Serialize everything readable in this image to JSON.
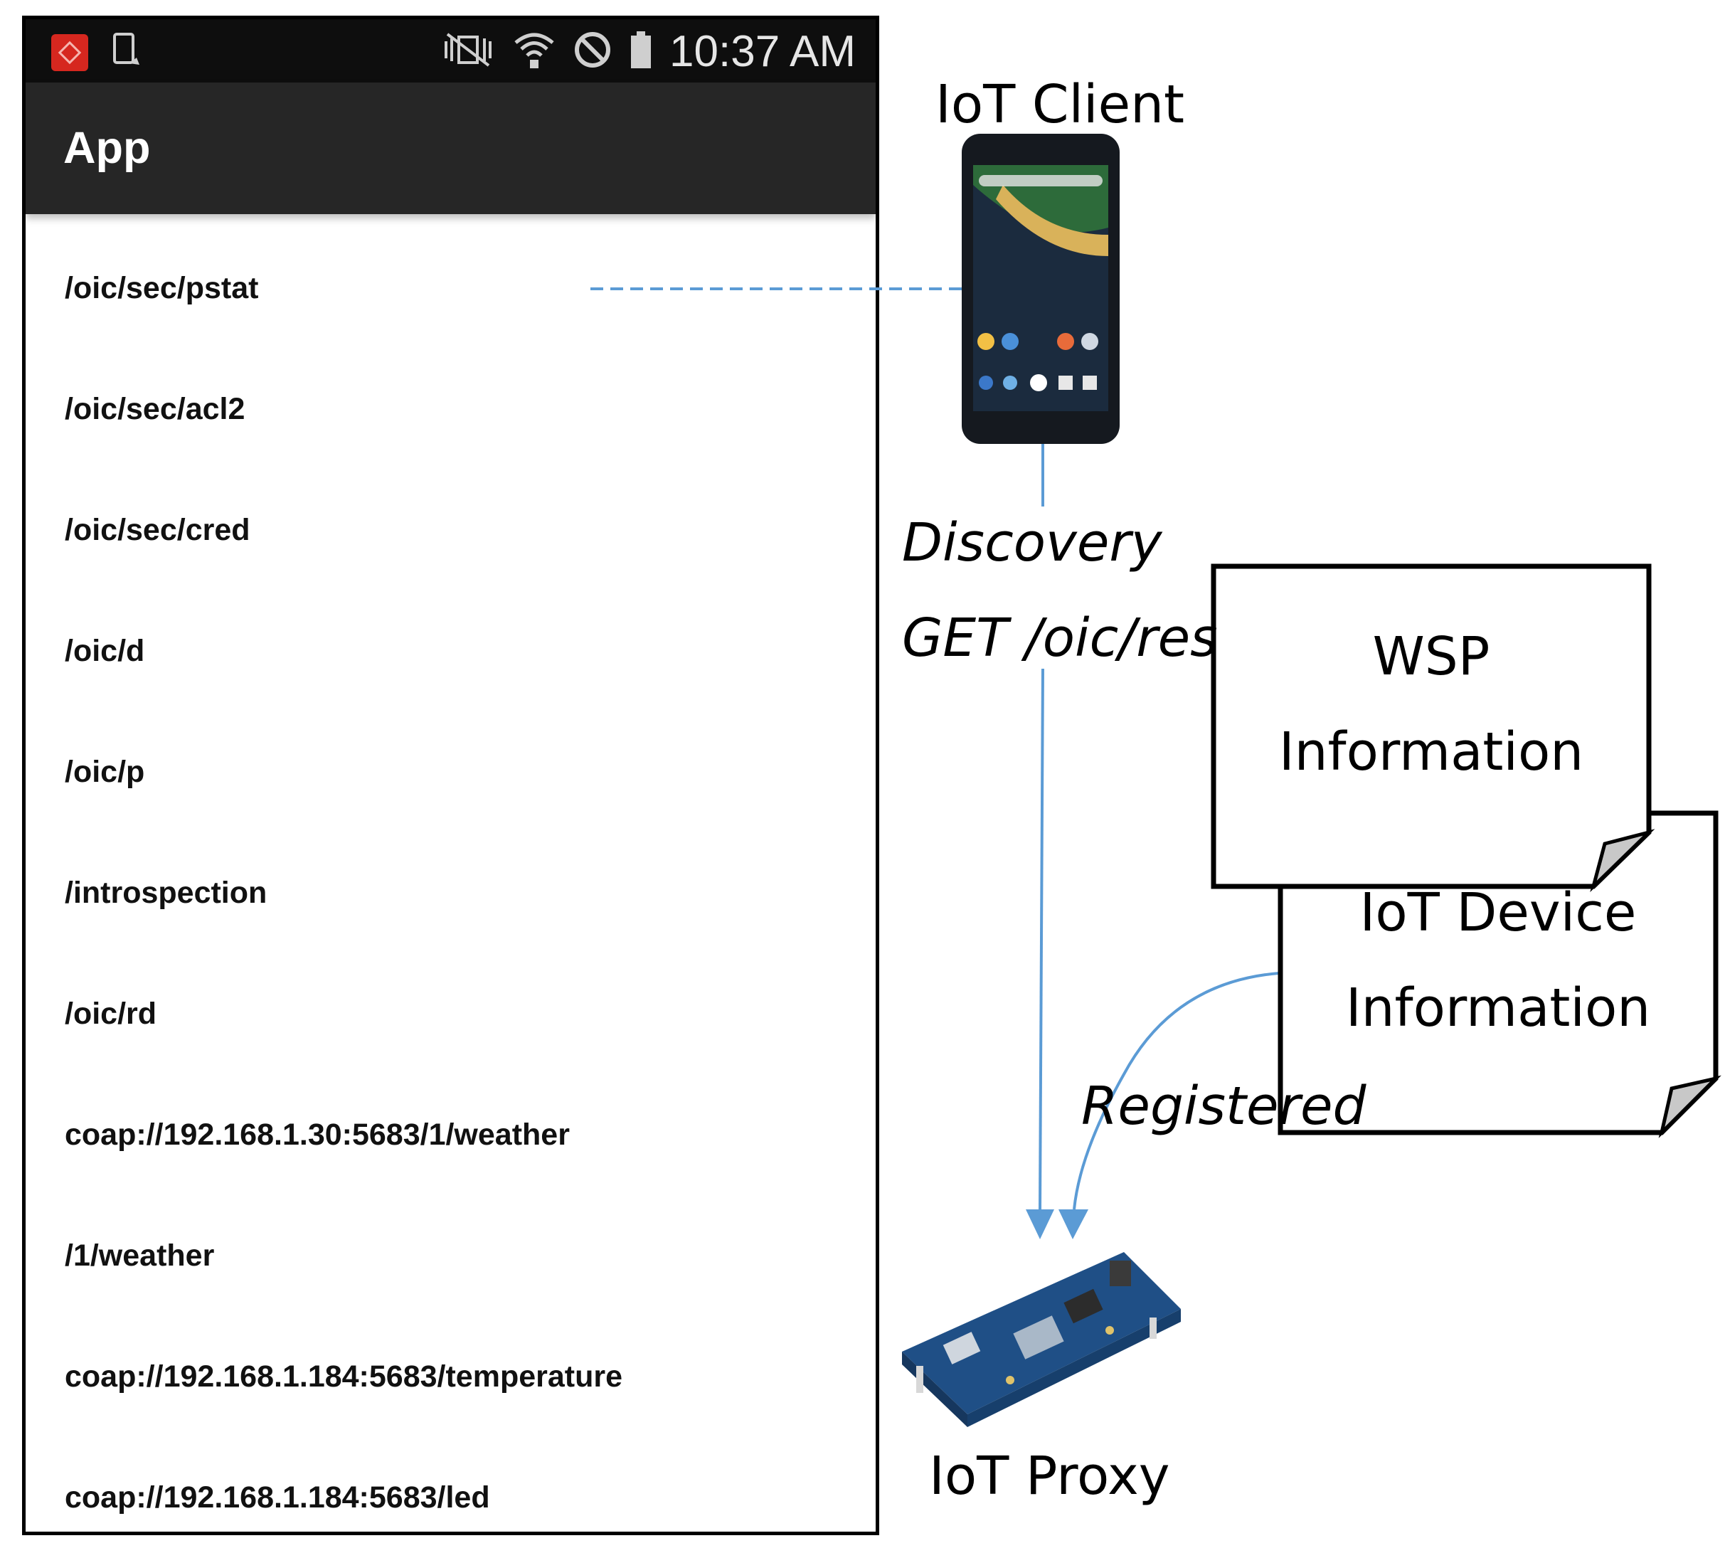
{
  "status_bar": {
    "time": "10:37 AM",
    "icons": [
      "app-launcher-icon",
      "screen-rotate-icon",
      "vibrate-off-icon",
      "wifi-icon",
      "do-not-disturb-icon",
      "battery-icon"
    ]
  },
  "toolbar": {
    "title": "App"
  },
  "resources": [
    "/oic/sec/pstat",
    "/oic/sec/acl2",
    "/oic/sec/cred",
    "/oic/d",
    "/oic/p",
    "/introspection",
    "/oic/rd",
    "coap://192.168.1.30:5683/1/weather",
    "/1/weather",
    "coap://192.168.1.184:5683/temperature",
    "coap://192.168.1.184:5683/led"
  ],
  "diagram": {
    "client_label": "IoT Client",
    "proxy_label": "IoT Proxy",
    "discovery_label": "Discovery",
    "get_label": "GET /oic/res",
    "registered_label": "Registered",
    "wsp_doc": {
      "line1": "WSP",
      "line2": "Information"
    },
    "device_doc": {
      "line1": "IoT Device",
      "line2": "Information"
    },
    "arrow_color": "#5b9bd5"
  }
}
